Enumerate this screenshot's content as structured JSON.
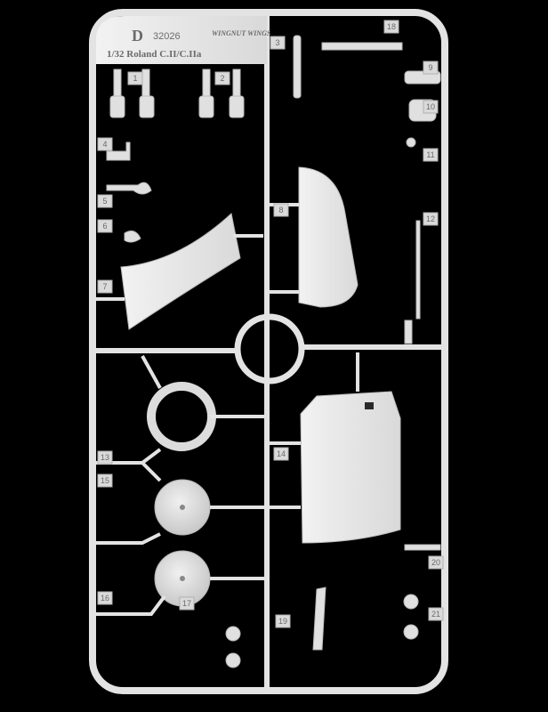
{
  "sprue": {
    "letter": "D",
    "catalog_number": "32026",
    "scale_title": "1/32 Roland C.II/C.IIa",
    "brand": "WINGNUT WINGS",
    "part_numbers": [
      "1",
      "2",
      "3",
      "4",
      "5",
      "6",
      "7",
      "8",
      "9",
      "10",
      "11",
      "12",
      "13",
      "14",
      "15",
      "16",
      "17",
      "18",
      "19",
      "20",
      "21"
    ]
  },
  "colors": {
    "background": "#000000",
    "plastic": "#e6e6e6",
    "plastic_shadow": "#bdbdbd"
  }
}
